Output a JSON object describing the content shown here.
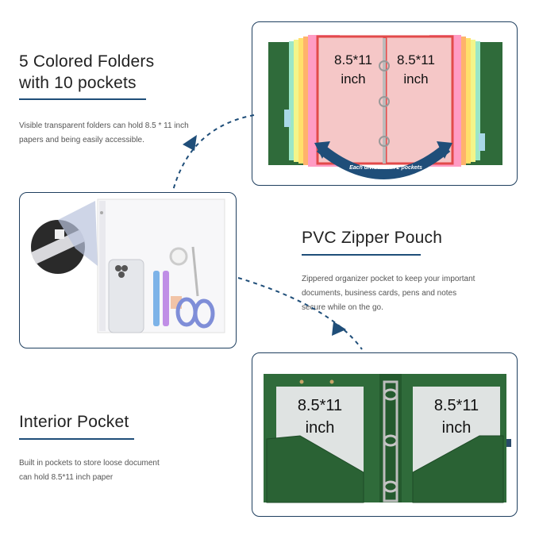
{
  "sections": {
    "folders": {
      "title_line1": "5 Colored Folders",
      "title_line2": "with 10 pockets",
      "desc_line1": "Visible transparent folders can hold 8.5 * 11 inch",
      "desc_line2": "papers and being easily accessible."
    },
    "pouch": {
      "title": "PVC Zipper Pouch",
      "desc_line1": "Zippered organizer pocket to keep your important",
      "desc_line2": "documents, business cards, pens and notes",
      "desc_line3": "secure while on the go."
    },
    "pocket": {
      "title": "Interior Pocket",
      "desc_line1": "Built in pockets to store loose document",
      "desc_line2": "can hold 8.5*11 inch paper"
    }
  },
  "images": {
    "folders_panel": {
      "left_sheet_line1": "8.5*11",
      "left_sheet_line2": "inch",
      "right_sheet_line1": "8.5*11",
      "right_sheet_line2": "inch",
      "arrow_caption": "Each divider with 2 pockets"
    },
    "pocket_panel": {
      "left_sheet_line1": "8.5*11",
      "left_sheet_line2": "inch",
      "right_sheet_line1": "8.5*11",
      "right_sheet_line2": "inch"
    }
  },
  "colors": {
    "accent": "#1f4e79",
    "binder_green": "#2f6b3a",
    "divider_red": "#e24a4a"
  }
}
